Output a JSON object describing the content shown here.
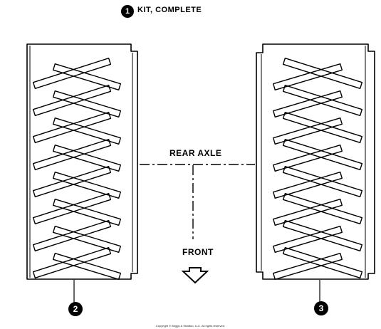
{
  "header": {
    "callout": "1",
    "title": "KIT, COMPLETE"
  },
  "labels": {
    "axle": "REAR AXLE",
    "front": "FRONT"
  },
  "callouts": {
    "left_tire": "2",
    "right_tire": "3"
  },
  "footer": {
    "copyright": "Copyright © Briggs & Stratton, LLC. All rights reserved."
  },
  "colors": {
    "ink": "#000000",
    "paper": "#ffffff"
  }
}
